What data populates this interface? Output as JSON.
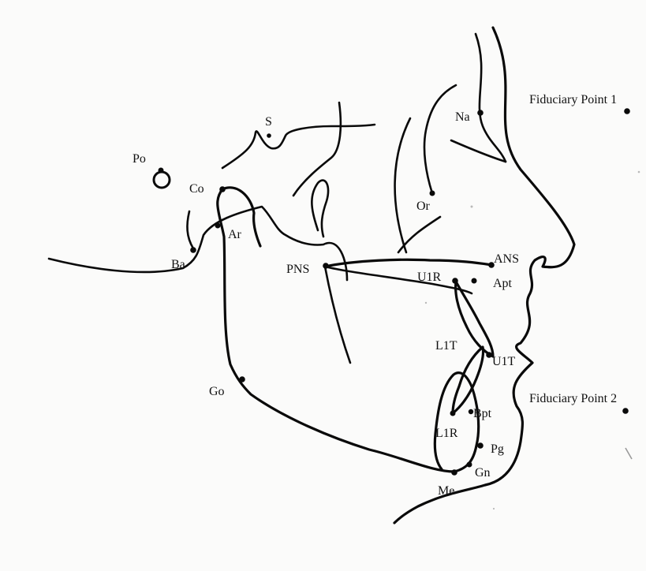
{
  "landmarks": [
    {
      "id": "na",
      "label": "Na"
    },
    {
      "id": "fp1",
      "label": "Fiduciary Point 1"
    },
    {
      "id": "s",
      "label": "S"
    },
    {
      "id": "po",
      "label": "Po"
    },
    {
      "id": "co",
      "label": "Co"
    },
    {
      "id": "or",
      "label": "Or"
    },
    {
      "id": "ar",
      "label": "Ar"
    },
    {
      "id": "ba",
      "label": "Ba"
    },
    {
      "id": "pns",
      "label": "PNS"
    },
    {
      "id": "ans",
      "label": "ANS"
    },
    {
      "id": "u1r",
      "label": "U1R"
    },
    {
      "id": "apt",
      "label": "Apt"
    },
    {
      "id": "l1t",
      "label": "L1T"
    },
    {
      "id": "u1t",
      "label": "U1T"
    },
    {
      "id": "go",
      "label": "Go"
    },
    {
      "id": "fp2",
      "label": "Fiduciary Point 2"
    },
    {
      "id": "bpt",
      "label": "Bpt"
    },
    {
      "id": "l1r",
      "label": "L1R"
    },
    {
      "id": "pg",
      "label": "Pg"
    },
    {
      "id": "gn",
      "label": "Gn"
    },
    {
      "id": "me",
      "label": "Me"
    }
  ],
  "colors": {
    "ink": "#0a0a0a",
    "paper": "#fbfbfa"
  }
}
